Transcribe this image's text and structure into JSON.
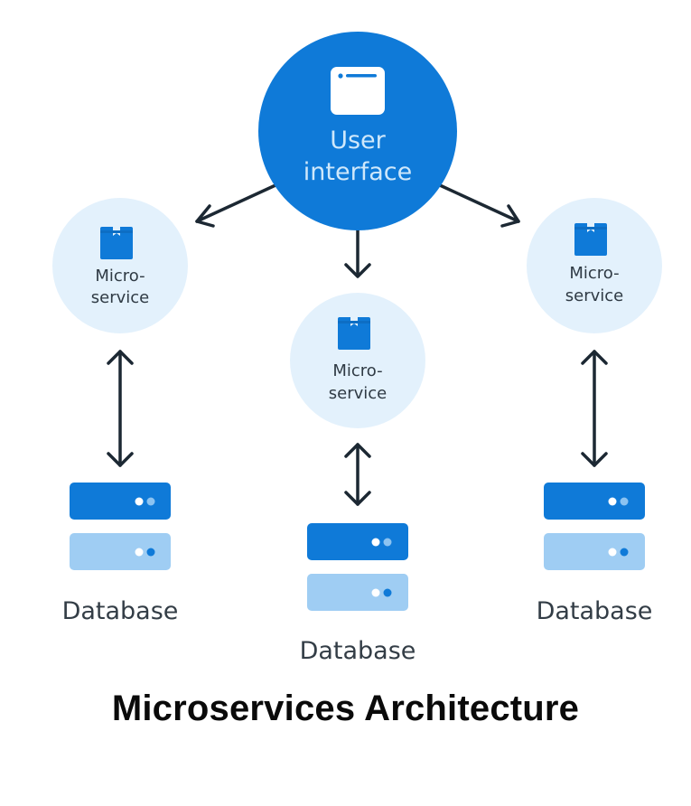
{
  "title": "Microservices Architecture",
  "colors": {
    "primary_blue": "#0f7ad8",
    "light_blue_bar": "#9fcdf3",
    "service_bg": "#e3f1fc",
    "arrow": "#1c2833",
    "text_dark": "#2f3a44"
  },
  "user_interface": {
    "label_line1": "User",
    "label_line2": "interface",
    "icon": "browser-window-icon"
  },
  "microservices": [
    {
      "id": "left",
      "label_line1": "Micro-",
      "label_line2": "service",
      "icon": "box-icon"
    },
    {
      "id": "center",
      "label_line1": "Micro-",
      "label_line2": "service",
      "icon": "box-icon"
    },
    {
      "id": "right",
      "label_line1": "Micro-",
      "label_line2": "service",
      "icon": "box-icon"
    }
  ],
  "databases": [
    {
      "id": "left",
      "label": "Database",
      "icon": "server-stack-icon"
    },
    {
      "id": "center",
      "label": "Database",
      "icon": "server-stack-icon"
    },
    {
      "id": "right",
      "label": "Database",
      "icon": "server-stack-icon"
    }
  ],
  "connections": [
    {
      "from": "user_interface",
      "to": "microservice-left",
      "type": "one-way"
    },
    {
      "from": "user_interface",
      "to": "microservice-center",
      "type": "one-way"
    },
    {
      "from": "user_interface",
      "to": "microservice-right",
      "type": "one-way"
    },
    {
      "from": "microservice-left",
      "to": "database-left",
      "type": "two-way"
    },
    {
      "from": "microservice-center",
      "to": "database-center",
      "type": "two-way"
    },
    {
      "from": "microservice-right",
      "to": "database-right",
      "type": "two-way"
    }
  ]
}
